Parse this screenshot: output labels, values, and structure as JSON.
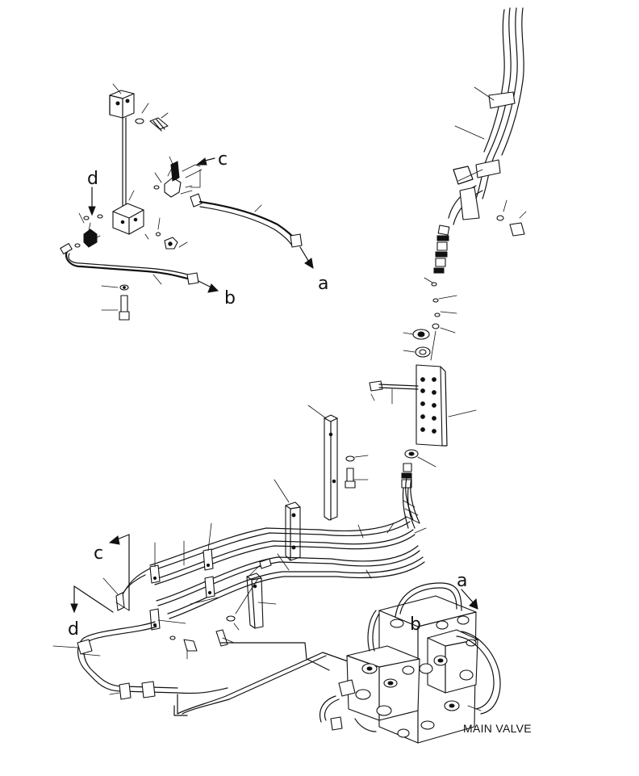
{
  "diagram": {
    "callouts": {
      "a_top": "a",
      "b_top": "b",
      "c_top": "c",
      "d_top": "d",
      "c_bottom": "c",
      "d_bottom": "d",
      "a_bottom": "a",
      "b_valve": "b"
    },
    "main_valve_label": "MAIN VALVE"
  }
}
